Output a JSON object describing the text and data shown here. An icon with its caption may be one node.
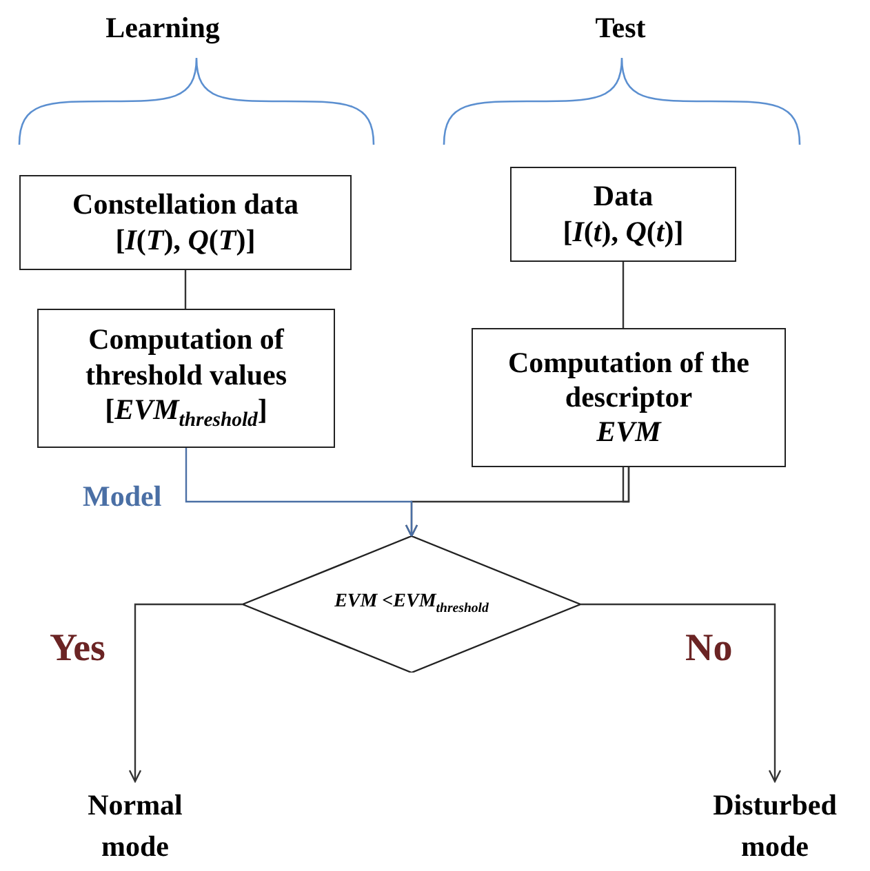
{
  "diagram": {
    "nodes": [
      {
        "text": [
          "Constellation data",
          "[*I*(*T*), *Q*(*T*)]"
        ]
      },
      {
        "text": [
          "Computation of threshold values",
          "[*EVM*$_{threshold}$]"
        ]
      },
      {
        "text": [
          "Data",
          "[*I*(*t*), *Q*(*t*)]"
        ]
      },
      {
        "text": [
          "Computation of the descriptor",
          "EVM"
        ]
      },
      {
        "text": [
          "EVM <EVM$_{threshold}$"
        ]
      },
      {
        "text": [
          "Normal mode"
        ]
      },
      {
        "text": [
          "Disturbed mode"
        ]
      }
    ],
    "edges": [
      {
        "from": 0,
        "to": 1,
        "arrow": "none"
      },
      {
        "from": 2,
        "to": 3,
        "arrow": "none"
      },
      {
        "from": 1,
        "to": 4,
        "arrow": "to",
        "label": "Model",
        "color": "#4a6fa5"
      },
      {
        "from": 3,
        "to": 4,
        "arrow": "to"
      },
      {
        "from": 4,
        "to": 5,
        "arrow": "to",
        "label": "Yes"
      },
      {
        "from": 4,
        "to": 6,
        "arrow": "to",
        "label": "No"
      }
    ],
    "labels": [
      "Learning",
      "Test"
    ]
  }
}
